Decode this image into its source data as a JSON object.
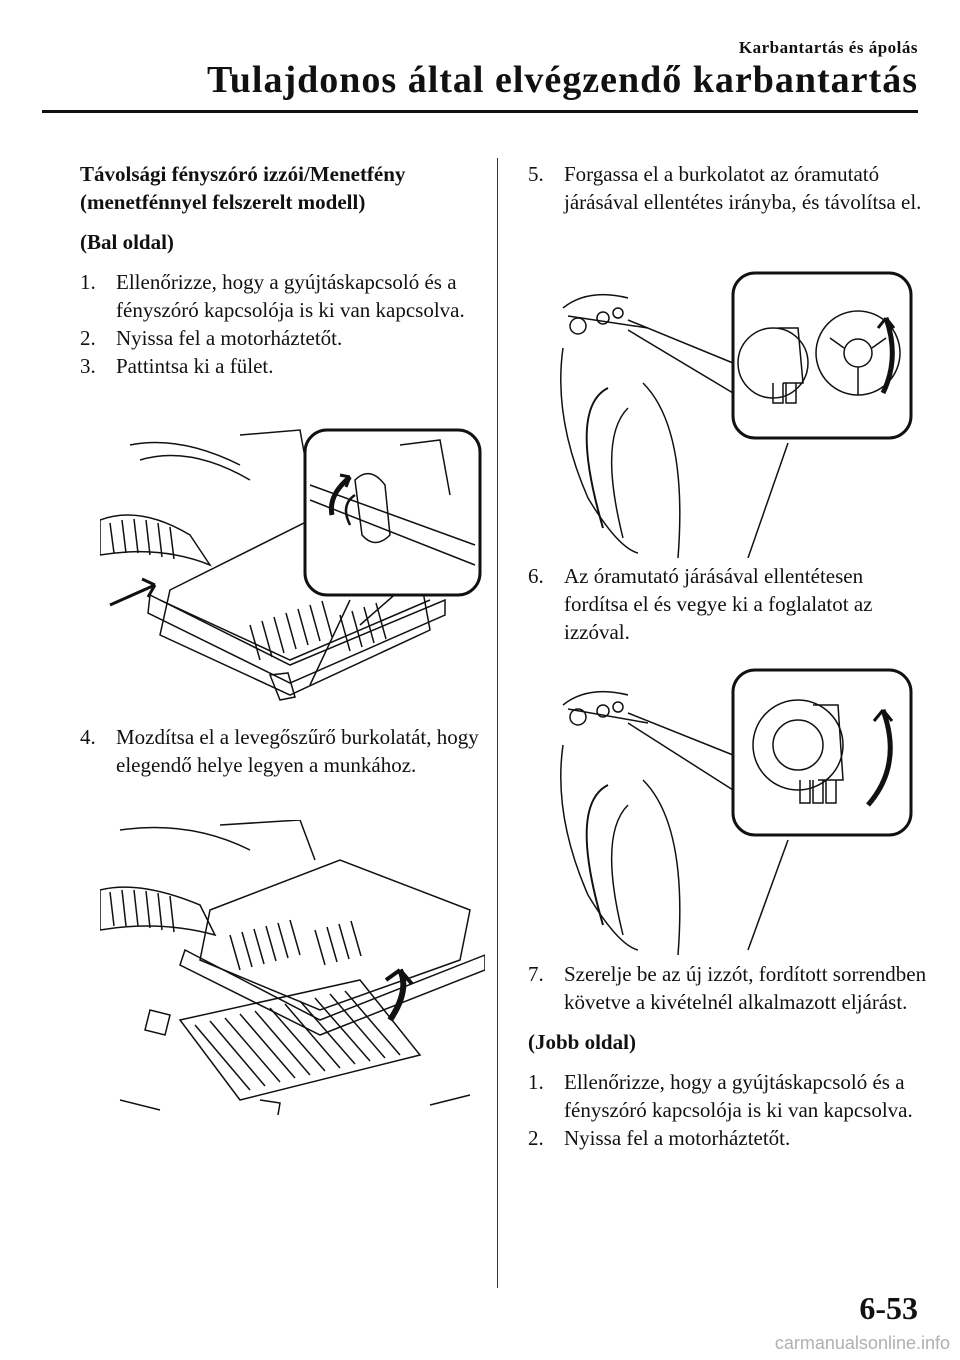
{
  "header": {
    "section": "Karbantartás és ápolás",
    "title": "Tulajdonos által elvégzendő karbantartás"
  },
  "left": {
    "heading_line1": "Távolsági fényszóró izzói/Menetfény",
    "heading_line2": "(menetfénnyel felszerelt modell)",
    "subheading": "(Bal oldal)",
    "steps": [
      {
        "num": "1.",
        "text": "Ellenőrizze, hogy a gyújtáskapcsoló és a fényszóró kapcsolója is ki van kapcsolva."
      },
      {
        "num": "2.",
        "text": "Nyissa fel a motorháztetőt."
      },
      {
        "num": "3.",
        "text": "Pattintsa ki a fület."
      },
      {
        "num": "4.",
        "text": "Mozdítsa el a levegőszűrő burkolatát, hogy elegendő helye legyen a munkához."
      }
    ]
  },
  "right": {
    "steps_a": [
      {
        "num": "5.",
        "text": "Forgassa el a burkolatot az óramutató járásával ellentétes irányba, és távolítsa el."
      },
      {
        "num": "6.",
        "text": "Az óramutató járásával ellentétesen fordítsa el és vegye ki a foglalatot az izzóval."
      },
      {
        "num": "7.",
        "text": "Szerelje be az új izzót, fordított sorrendben követve a kivételnél alkalmazott eljárást."
      }
    ],
    "subheading": "(Jobb oldal)",
    "steps_b": [
      {
        "num": "1.",
        "text": "Ellenőrizze, hogy a gyújtáskapcsoló és a fényszóró kapcsolója is ki van kapcsolva."
      },
      {
        "num": "2.",
        "text": "Nyissa fel a motorháztetőt."
      }
    ]
  },
  "footer": {
    "page_number": "6-53",
    "watermark": "carmanualsonline.info"
  }
}
